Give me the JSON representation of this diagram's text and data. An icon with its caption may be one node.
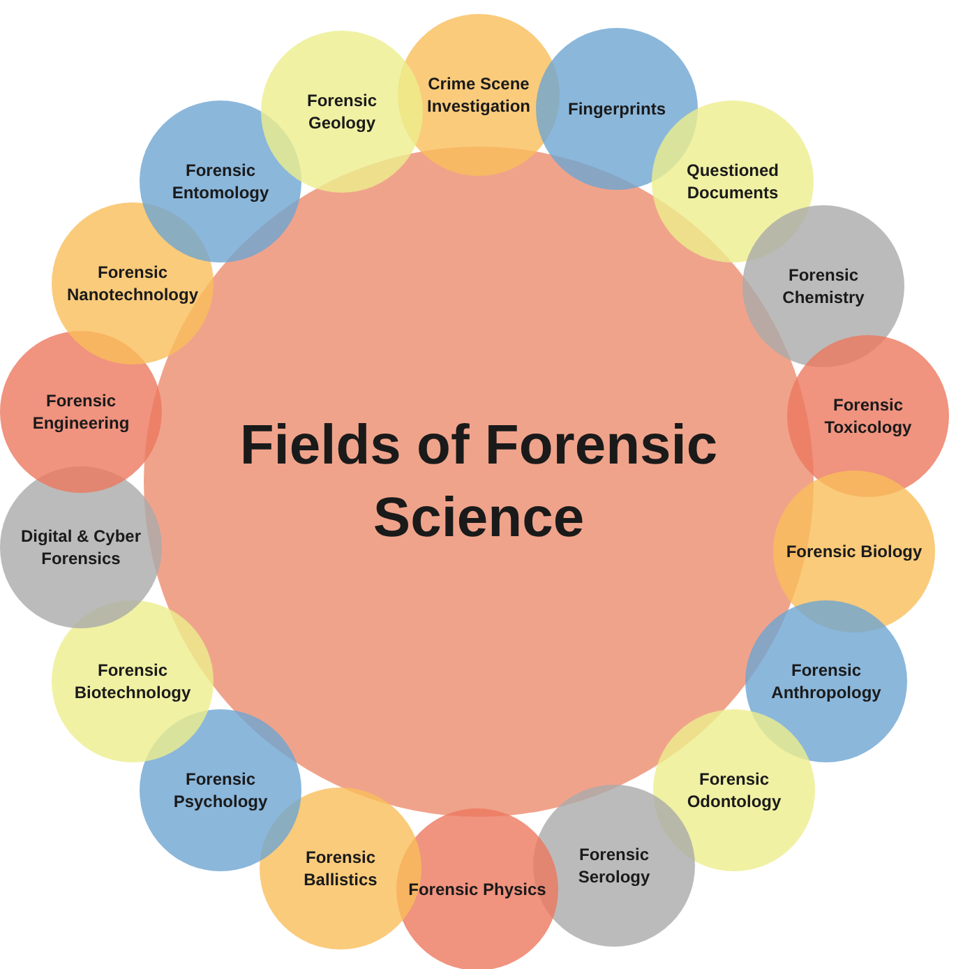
{
  "diagram": {
    "nodes": [
      {
        "text": [
          "Fields of Forensic Science"
        ]
      },
      {
        "text": [
          "Crime Scene Investigation"
        ]
      },
      {
        "text": [
          "Fingerprints"
        ]
      },
      {
        "text": [
          "Questioned Documents"
        ]
      },
      {
        "text": [
          "Forensic Chemistry"
        ]
      },
      {
        "text": [
          "Forensic Toxicology"
        ]
      },
      {
        "text": [
          "Forensic Biology"
        ]
      },
      {
        "text": [
          "Forensic Anthropology"
        ]
      },
      {
        "text": [
          "Forensic Odontology"
        ]
      },
      {
        "text": [
          "Forensic Serology"
        ]
      },
      {
        "text": [
          "Forensic Physics"
        ]
      },
      {
        "text": [
          "Forensic Ballistics"
        ]
      },
      {
        "text": [
          "Forensic Psychology"
        ]
      },
      {
        "text": [
          "Forensic Biotechnology"
        ]
      },
      {
        "text": [
          "Digital & Cyber Forensics"
        ]
      },
      {
        "text": [
          "Forensic Engineering"
        ]
      },
      {
        "text": [
          "Forensic Nanotechnology"
        ]
      },
      {
        "text": [
          "Forensic Entomology"
        ]
      },
      {
        "text": [
          "Forensic Geology"
        ]
      }
    ]
  }
}
